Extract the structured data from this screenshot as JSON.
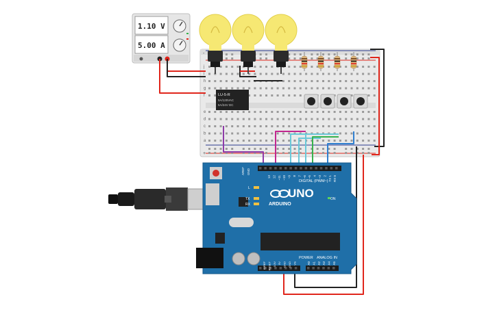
{
  "power_supply": {
    "voltage_display": "1.10 V",
    "current_display": "5.00 A"
  },
  "relay": {
    "model": "LU-5-R",
    "spec_line_1": "5A/125VAC",
    "spec_line_2": "5A/24V DC"
  },
  "arduino": {
    "board_name": "UNO",
    "brand": "ARDUINO",
    "digital_header_label": "DIGITAL (PWM~)",
    "analog_header_label": "ANALOG IN",
    "power_header_label": "POWER",
    "on_label": "ON",
    "led_label_l": "L",
    "led_label_tx": "TX",
    "led_label_rx": "RX",
    "aref_label": "AREF",
    "gnd_label": "GND",
    "digital_pins": [
      "13",
      "12",
      "~11",
      "~10",
      "~9",
      "8",
      "7",
      "~6",
      "~5",
      "4",
      "~3",
      "2",
      "TX 1",
      "RX 0"
    ],
    "power_pins": [
      "IOREF",
      "RESET",
      "3.3V",
      "5V",
      "GND",
      "GND",
      "Vin"
    ],
    "analog_pins": [
      "A0",
      "A1",
      "A2",
      "A3",
      "A4",
      "A5"
    ]
  },
  "breadboard": {
    "row_letters_top": [
      "j",
      "i",
      "h",
      "g",
      "f"
    ],
    "row_letters_bottom": [
      "e",
      "d",
      "c",
      "b",
      "a"
    ],
    "rail_plus": "+",
    "rail_minus": "-"
  },
  "colors": {
    "wire_red": "#e0251b",
    "wire_black": "#222222",
    "wire_purple": "#8e3aa8",
    "wire_magenta": "#c2268f",
    "wire_cyan": "#6ac8d8",
    "wire_green": "#37b24d",
    "wire_blue": "#2f7fd0",
    "board_blue": "#1f6fa8",
    "bulb_yellow": "#f6e873"
  }
}
